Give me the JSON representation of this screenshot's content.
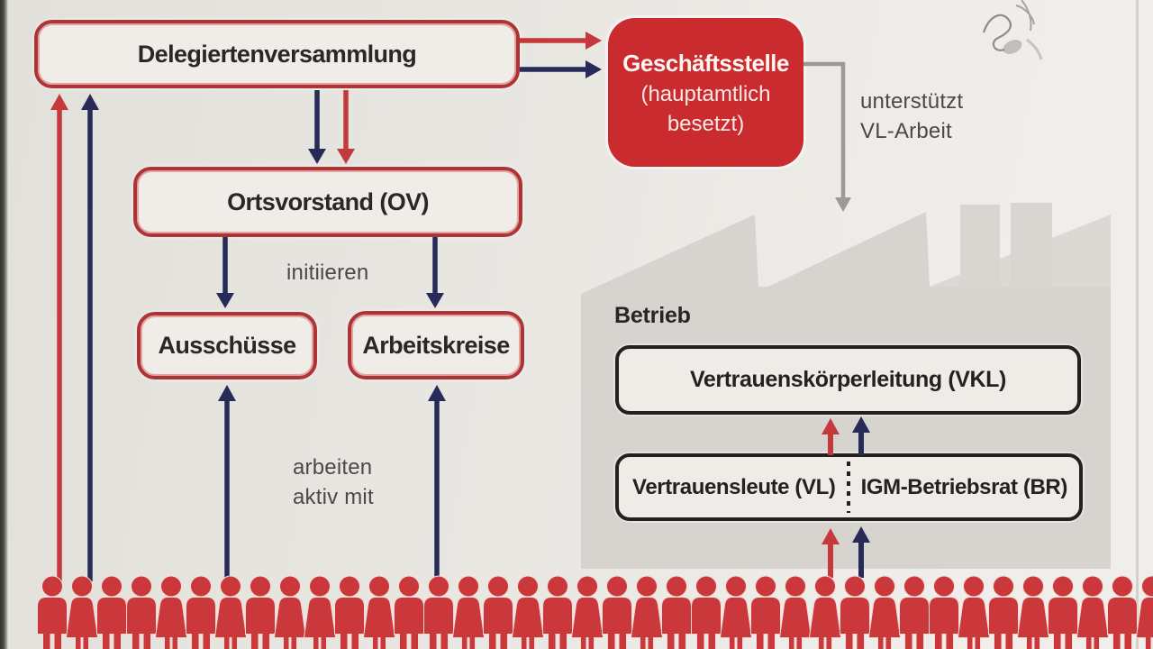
{
  "diagram": {
    "boxes": {
      "delegiertenversammlung": "Delegiertenversammlung",
      "geschaeftsstelle_title": "Geschäftsstelle",
      "geschaeftsstelle_sub1": "(hauptamtlich",
      "geschaeftsstelle_sub2": "besetzt)",
      "ortsvorstand": "Ortsvorstand (OV)",
      "ausschuesse": "Ausschüsse",
      "arbeitskreise": "Arbeitskreise",
      "betrieb": "Betrieb",
      "vkl": "Vertrauenskörperleitung (VKL)",
      "vl": "Vertrauensleute (VL)",
      "br": "IGM-Betriebsrat (BR)"
    },
    "annotations": {
      "unterstuetzt_line1": "unterstützt",
      "unterstuetzt_line2": "VL-Arbeit",
      "initiieren": "initiieren",
      "arbeiten_line1": "arbeiten",
      "arbeiten_line2": "aktiv mit"
    },
    "colors": {
      "red_border": "#ad3336",
      "red_fill": "#c92b2e",
      "arrow_red": "#c5393d",
      "arrow_blue": "#262b59",
      "arrow_gray": "#9c9a96",
      "factory_gray": "#d7d4cf",
      "box_border_black": "#22211e",
      "background": "#e8e6e1"
    },
    "crowd": {
      "count": 38,
      "pattern": "mfmmfmfmffmfmmfmfmfmfmmfmffmfmmfmfmfmf"
    }
  }
}
